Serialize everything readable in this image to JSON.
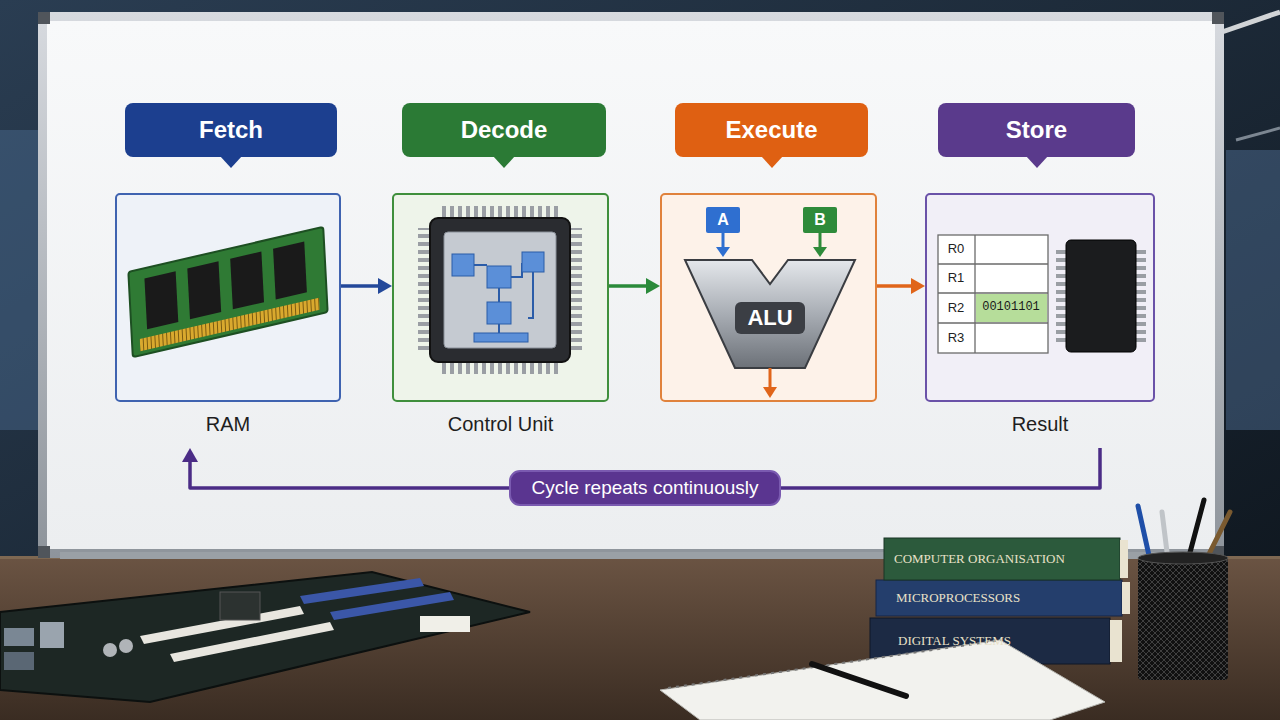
{
  "diagram": {
    "nodes": [
      {
        "text": [
          "Fetch"
        ]
      },
      {
        "text": [
          "Decode"
        ]
      },
      {
        "text": [
          "Execute"
        ]
      },
      {
        "text": [
          "Store"
        ]
      },
      {
        "text": [
          "RAM"
        ]
      },
      {
        "text": [
          "Control Unit"
        ]
      },
      {
        "text": [
          "ALU"
        ]
      },
      {
        "text": [
          "Result"
        ]
      }
    ],
    "edges": [
      {
        "from": 4,
        "to": 5,
        "arrow": "to"
      },
      {
        "from": 5,
        "to": 6,
        "arrow": "to"
      },
      {
        "from": 6,
        "to": 7,
        "arrow": "to"
      },
      {
        "from": 7,
        "to": 4,
        "label": "Cycle repeats continuously",
        "arrow": "to"
      }
    ],
    "labels": [
      "A",
      "B",
      "R0",
      "R1",
      "R2",
      "R3",
      "00101101",
      "COMPUTER ORGANISATION",
      "MICROPROCESSORS",
      "DIGITAL SYSTEMS"
    ]
  }
}
